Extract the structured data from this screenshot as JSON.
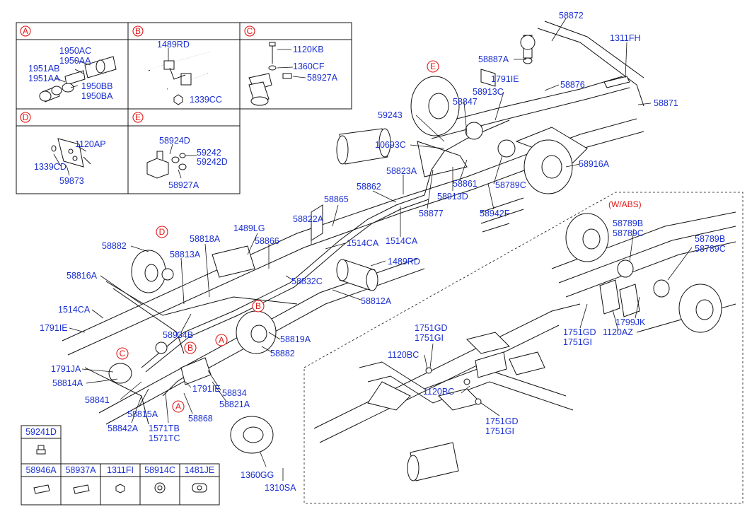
{
  "box_letters": [
    "A",
    "B",
    "C",
    "D",
    "E"
  ],
  "abs_title": "(W/ABS)",
  "box_a": [
    "1950AC",
    "1950AA",
    "1951AB",
    "1951AA",
    "1950BB",
    "1950BA"
  ],
  "box_b": [
    "1489RD",
    "1339CC"
  ],
  "box_c": [
    "1120KB",
    "1360CF",
    "58927A"
  ],
  "box_d": [
    "1120AP",
    "1339CD",
    "59873"
  ],
  "box_e": [
    "58924D",
    "59242",
    "59242D",
    "58927A"
  ],
  "bottom_table": {
    "top": "59241D",
    "row": [
      "58946A",
      "58937A",
      "1311FI",
      "58914C",
      "1481JE"
    ]
  },
  "parts": [
    "58872",
    "1311FH",
    "58887A",
    "1791IE",
    "58876",
    "58871",
    "58913C",
    "58847",
    "59243",
    "10693C",
    "58823A",
    "58916A",
    "58862",
    "58861",
    "58789C",
    "58913D",
    "58877",
    "58942F",
    "58865",
    "58822A",
    "1514CA",
    "1514CA",
    "1489RD",
    "58882",
    "58818A",
    "1489LG",
    "58866",
    "58816A",
    "58813A",
    "58832C",
    "58812A",
    "1514CA",
    "1791IE",
    "58934B",
    "58819A",
    "58882",
    "1791JA",
    "58814A",
    "58841",
    "58815A",
    "58842A",
    "1571TB",
    "1571TC",
    "58868",
    "1791IE",
    "58834",
    "58821A",
    "1360GG",
    "1310SA",
    "58789B",
    "58789C",
    "58789B",
    "58789C",
    "1751GD",
    "1751GI",
    "1120AZ",
    "1799JK",
    "1751GD",
    "1751GI",
    "1120BC",
    "1120BC",
    "1751GD",
    "1751GI"
  ]
}
